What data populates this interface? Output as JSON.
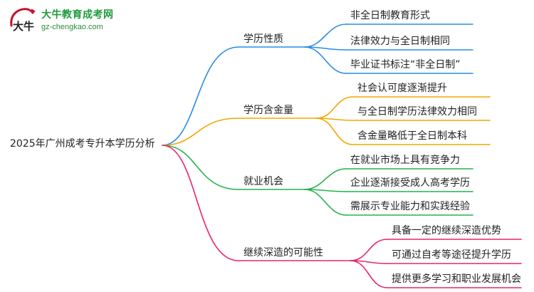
{
  "logo": {
    "title": "大牛教育成考网",
    "url": "gz-chengkao.com",
    "mark_text": "大牛"
  },
  "root": "2025年广州成考专升本学历分析",
  "colors": {
    "blue": "#2a8be8",
    "orange": "#f0a800",
    "green": "#22b34a",
    "pink": "#e8246e",
    "root_line": "#e8246e"
  },
  "branches": [
    {
      "label": "学历性质",
      "color": "blue",
      "leaves": [
        "非全日制教育形式",
        "法律效力与全日制相同",
        "毕业证书标注“非全日制”"
      ]
    },
    {
      "label": "学历含金量",
      "color": "orange",
      "leaves": [
        "社会认可度逐渐提升",
        "与全日制学历法律效力相同",
        "含金量略低于全日制本科"
      ]
    },
    {
      "label": "就业机会",
      "color": "green",
      "leaves": [
        "在就业市场上具有竞争力",
        "企业逐渐接受成人高考学历",
        "需展示专业能力和实践经验"
      ]
    },
    {
      "label": "继续深造的可能性",
      "color": "pink",
      "leaves": [
        "具备一定的继续深造优势",
        "可通过自考等途径提升学历",
        "提供更多学习和职业发展机会"
      ]
    }
  ]
}
